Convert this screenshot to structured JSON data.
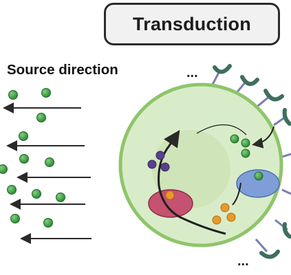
{
  "title": "Transduction",
  "subtitle": "Source direction",
  "ellipsis_top": "...",
  "ellipsis_bottom": "...",
  "colors": {
    "cell_membrane": "#8ec56a",
    "cell_fill": "#d9ecc9",
    "nucleus_fill": "#cfe4b8",
    "ligand": "#3f9a43",
    "receptor": "#3e6f5c",
    "stalk": "#7b7bb8",
    "red_organelle": "#c45270",
    "blue_organelle": "#7f9ed8",
    "purple_molecule": "#5a3f8e",
    "orange_molecule": "#e79a2a",
    "arrow": "#2a2a2a"
  },
  "icons": [
    "ligand-molecule",
    "receptor",
    "signal-arrow"
  ]
}
